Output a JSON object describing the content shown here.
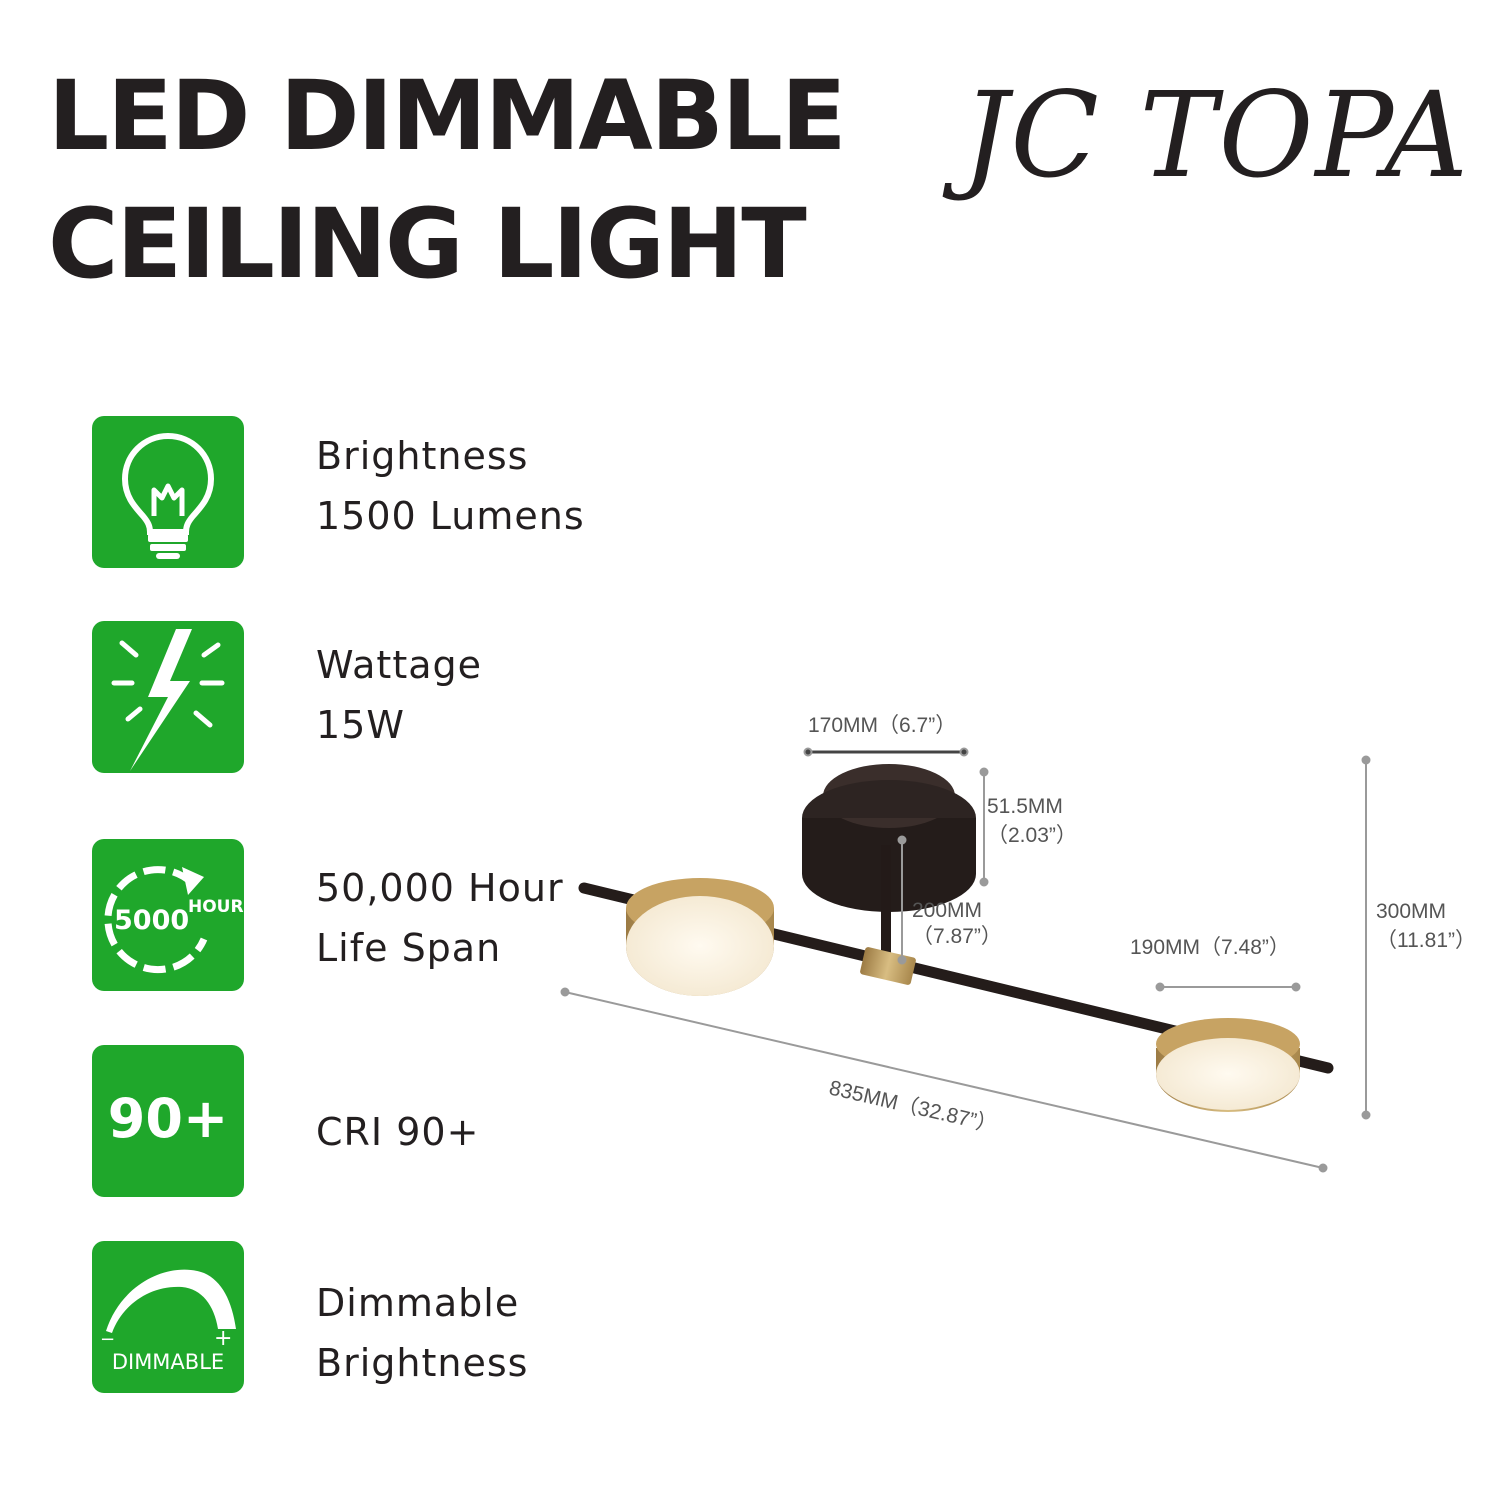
{
  "title": {
    "line1": "LED DIMMABLE",
    "line2": "CEILING LIGHT"
  },
  "brand": "JC TOPA",
  "colors": {
    "icon_bg": "#1fa72b",
    "text": "#231f20",
    "gold": "#c9a96a",
    "black_fixture": "#2a2220",
    "dim_line": "#9a9a9a"
  },
  "features": [
    {
      "icon": "light-bulb-icon",
      "line1": "Brightness",
      "line2": "1500 Lumens"
    },
    {
      "icon": "lightning-bolt-icon",
      "line1": "Wattage",
      "line2": "15W"
    },
    {
      "icon": "lifespan-hour-icon",
      "badge_number": "5000",
      "badge_unit": "HOUR",
      "line1": "50,000 Hour",
      "line2": "Life Span"
    },
    {
      "icon": "cri-icon",
      "badge": "90+",
      "line1": "CRI 90+",
      "line2": ""
    },
    {
      "icon": "dimmable-arc-icon",
      "badge_minus": "−",
      "badge_plus": "+",
      "badge_label": "DIMMABLE",
      "line1": "Dimmable",
      "line2": "Brightness"
    }
  ],
  "dimensions": {
    "canopy_width": "170MM（6.7”）",
    "canopy_height_mm": "51.5MM",
    "canopy_height_in": "（2.03”）",
    "stem_mm": "200MM",
    "stem_in": "（7.87”）",
    "shade_width": "190MM（7.48”）",
    "total_height_mm": "300MM",
    "total_height_in": "（11.81”）",
    "total_length": "835MM（32.87”）"
  }
}
